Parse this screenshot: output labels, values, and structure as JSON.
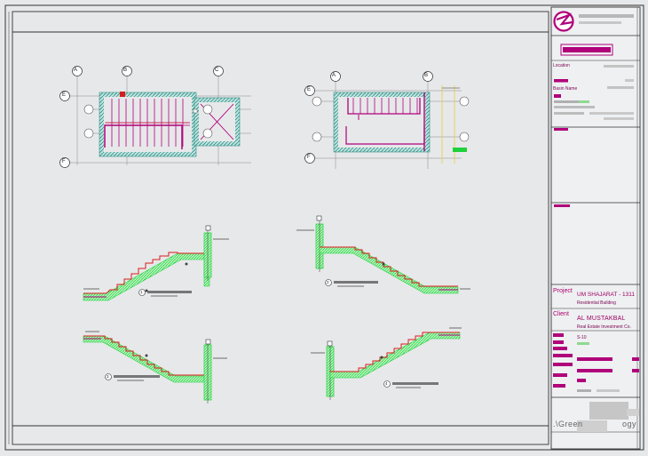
{
  "title_block": {
    "location_label": "Location",
    "basin_label": "Basin Name",
    "project_label": "Project",
    "project_name": "UM SHAJARAT - 1311",
    "project_sub": "Residential Building",
    "client_label": "Client",
    "client_name": "AL MUSTAKBAL",
    "client_sub": "Real Estate Investment Co.",
    "sheet_ref": "S-10",
    "footer_brand_start": ".\\Green",
    "footer_brand_end": "ogy"
  },
  "plans": {
    "left": {
      "grid_top": [
        "A",
        "B",
        "C"
      ],
      "grid_side": [
        "E",
        "F"
      ]
    },
    "right": {
      "grid_top": [
        "A",
        "B"
      ],
      "grid_side": [
        "E",
        "F"
      ]
    }
  },
  "sections": {
    "marks": [
      "1",
      "2",
      "3",
      "4"
    ]
  },
  "colors": {
    "magenta": "#b0007a",
    "wall_teal": "#2f8f86",
    "stair_red": "#d81b1b",
    "rebar_green": "#1fd13a",
    "grid_gray": "#8a8a8a"
  }
}
